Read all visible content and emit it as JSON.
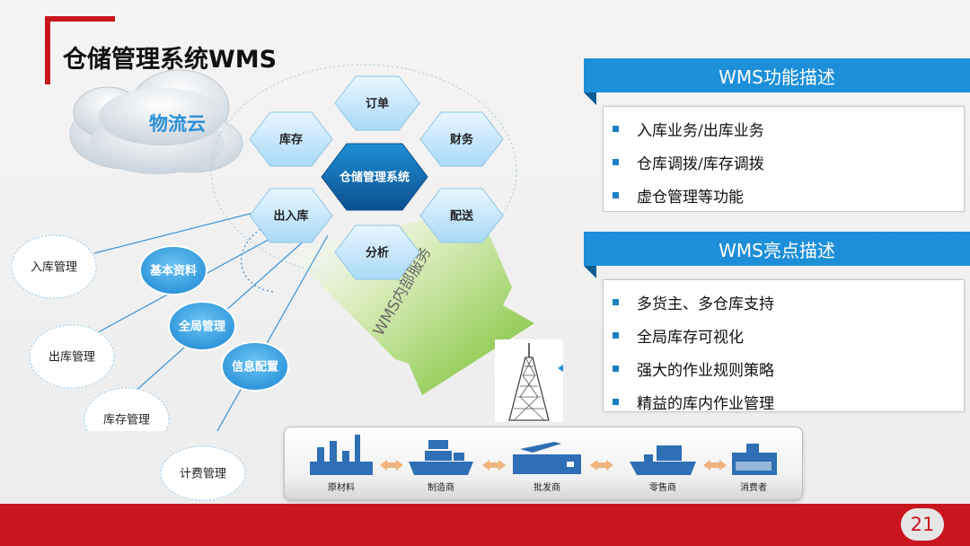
{
  "title": "仓储管理系统WMS",
  "cloud_label": "物流云",
  "hexagons": {
    "center": "仓储管理系统",
    "order": "订单",
    "inventory": "库存",
    "finance": "财务",
    "in_out": "出入库",
    "delivery": "配送",
    "analysis": "分析"
  },
  "blue_circles": [
    "基本资料",
    "全局管理",
    "信息配置"
  ],
  "white_circles": [
    "入库管理",
    "出库管理",
    "库存管理",
    "计费管理"
  ],
  "arrow_label": "WMS内部服务",
  "panels": [
    {
      "header": "WMS功能描述",
      "items": [
        "入库业务/出库业务",
        "仓库调拨/库存调拨",
        "虚仓管理等功能"
      ]
    },
    {
      "header": "WMS亮点描述",
      "items": [
        "多货主、多仓库支持",
        "全局库存可视化",
        "强大的作业规则策略",
        "精益的库内作业管理"
      ]
    }
  ],
  "supply_chain": [
    "原材料",
    "制造商",
    "批发商",
    "零售商",
    "消费者"
  ],
  "page_number": "21",
  "colors": {
    "accent_red": "#c9151e",
    "accent_blue": "#1d8fd9"
  }
}
